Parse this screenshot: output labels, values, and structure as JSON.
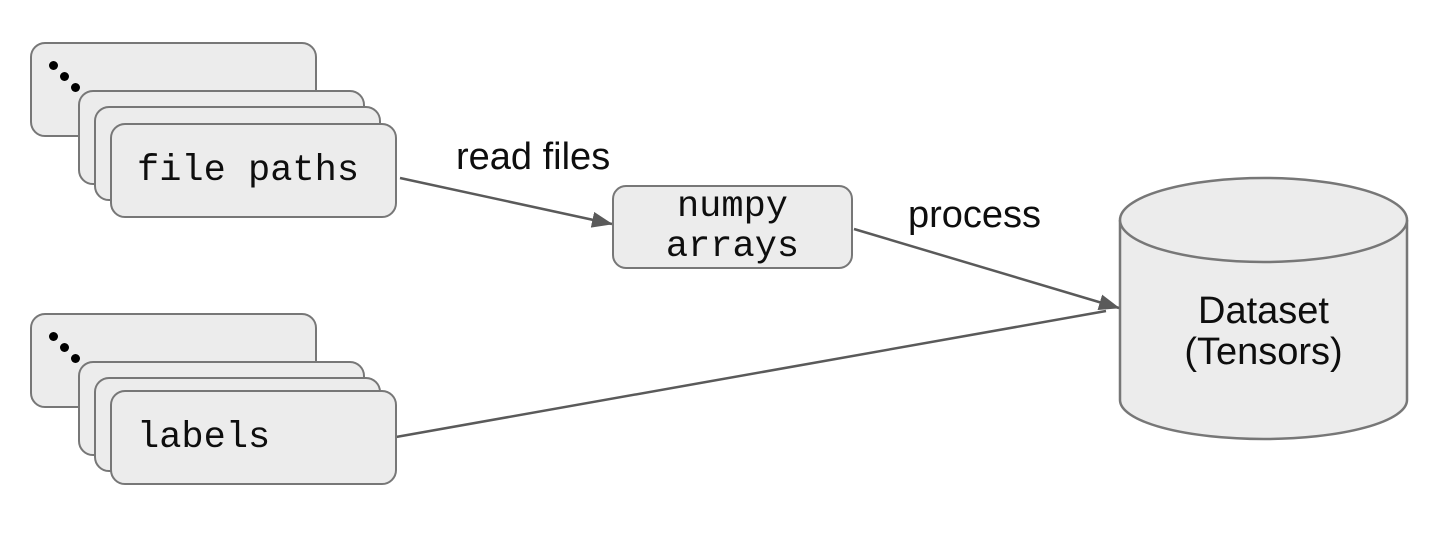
{
  "diagram": {
    "description": "data pipeline flow diagram",
    "nodes": {
      "file_paths_stack": {
        "label": "file paths",
        "shape": "stacked-cards",
        "icon": "diagonal-ellipsis"
      },
      "labels_stack": {
        "label": "labels",
        "shape": "stacked-cards",
        "icon": "diagonal-ellipsis"
      },
      "numpy_arrays": {
        "label": "numpy\narrays",
        "shape": "rounded-rectangle"
      },
      "dataset": {
        "label": "Dataset\n(Tensors)",
        "shape": "database-cylinder"
      }
    },
    "edges": [
      {
        "label": "read files",
        "from": "file_paths_stack",
        "to": "numpy_arrays"
      },
      {
        "label": "process",
        "from": "numpy_arrays",
        "to": "dataset"
      },
      {
        "label": "",
        "from": "labels_stack",
        "to": "dataset"
      }
    ]
  },
  "colors": {
    "canvas_bg": "#ffffff",
    "node_fill": "#ececec",
    "node_border": "#777777",
    "arrow": "#5a5a5a",
    "text": "#0e0e0e",
    "dot": "#000000"
  }
}
